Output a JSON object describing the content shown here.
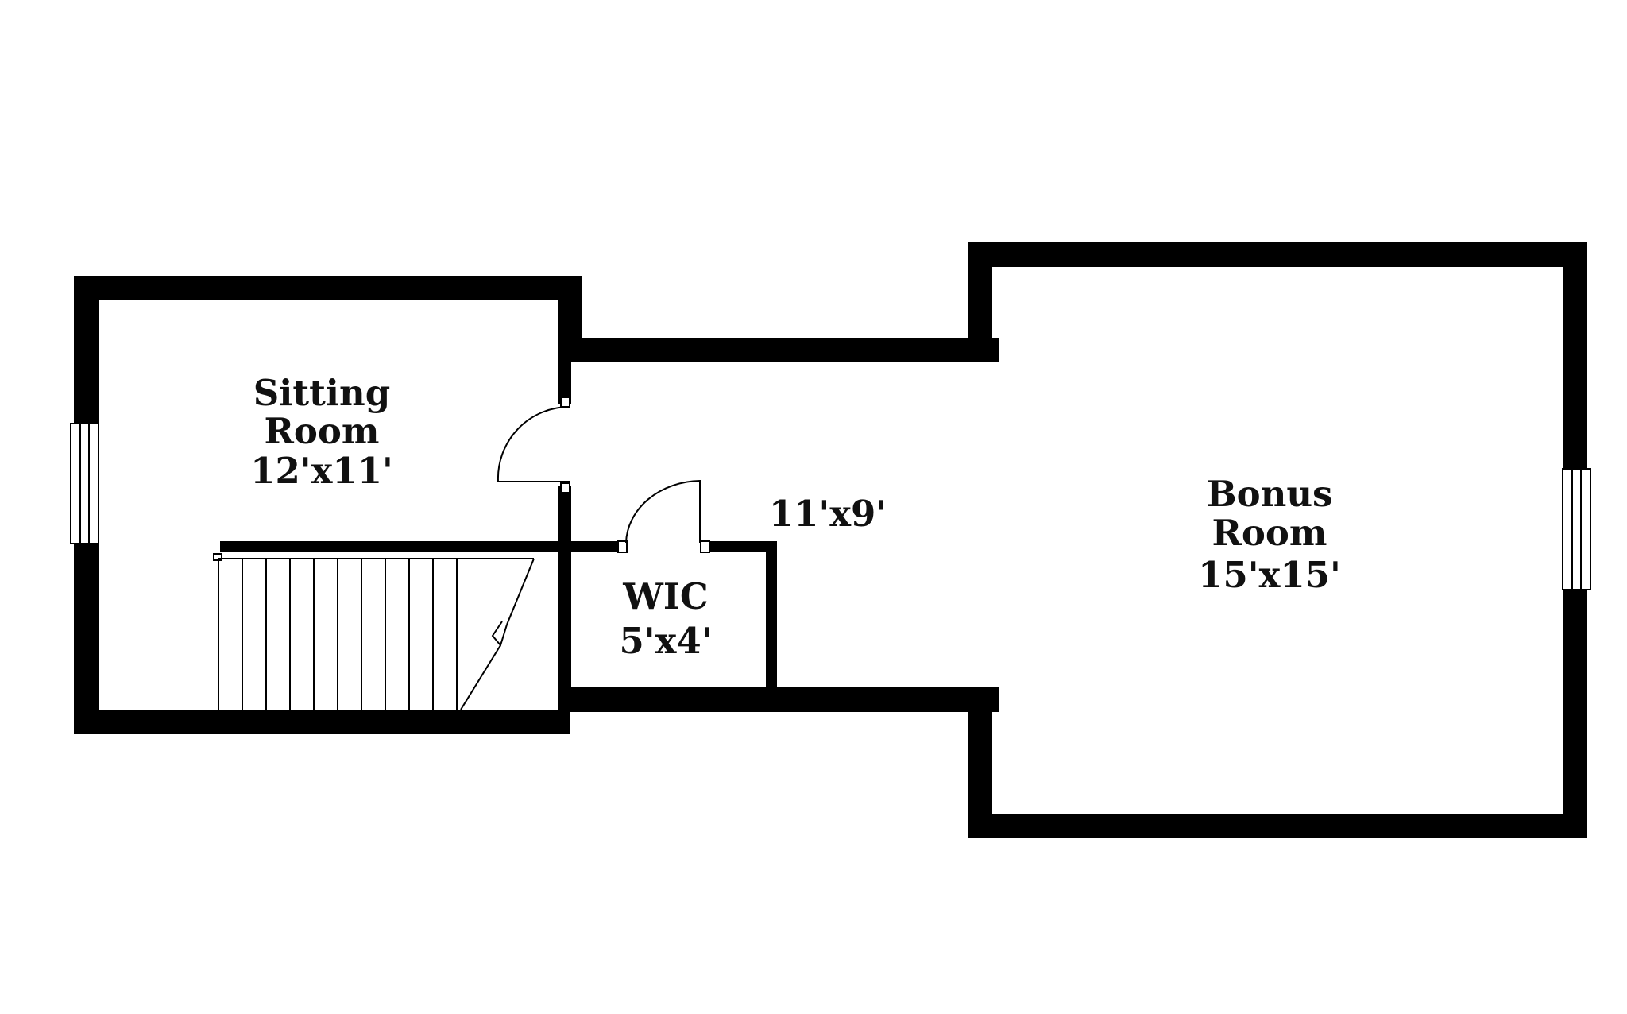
{
  "rooms": {
    "sitting_room": {
      "name_line1": "Sitting",
      "name_line2": "Room",
      "size": "12'x11'"
    },
    "hall": {
      "size": "11'x9'"
    },
    "wic": {
      "name": "WIC",
      "size": "5'x4'"
    },
    "bonus_room": {
      "name_line1": "Bonus",
      "name_line2": "Room",
      "size": "15'x15'"
    }
  },
  "colors": {
    "wall": "#000000",
    "background": "#ffffff",
    "text": "#111111"
  }
}
